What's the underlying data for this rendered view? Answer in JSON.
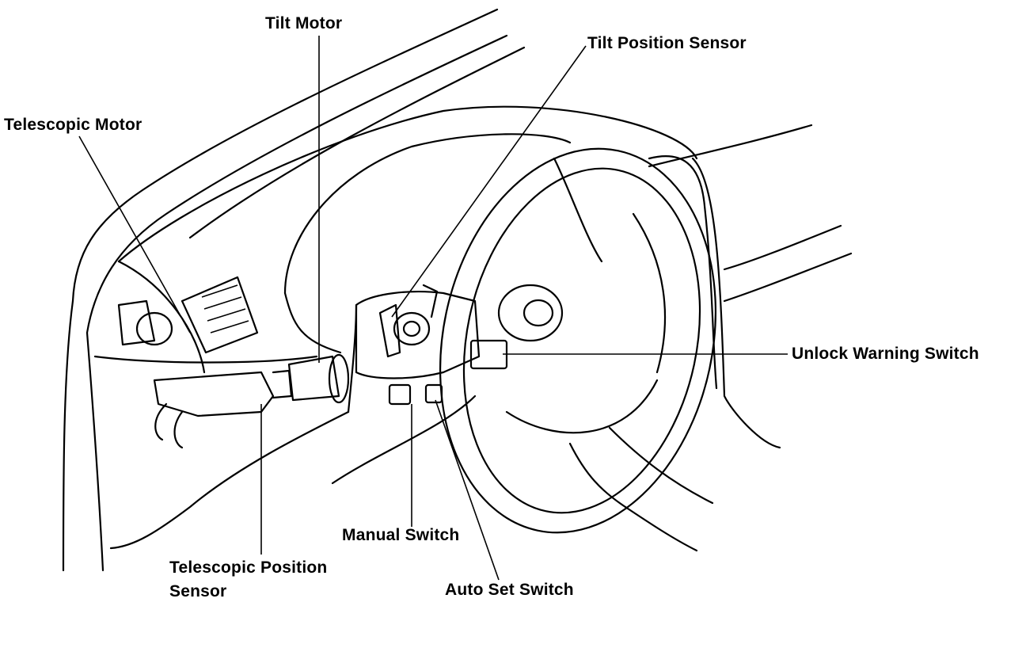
{
  "labels": {
    "tilt_motor": "Tilt Motor",
    "tilt_position_sensor": "Tilt Position Sensor",
    "telescopic_motor": "Telescopic Motor",
    "unlock_warning_switch": "Unlock Warning Switch",
    "manual_switch": "Manual Switch",
    "telescopic_position_sensor_line1": "Telescopic Position",
    "telescopic_position_sensor_line2": "Sensor",
    "auto_set_switch": "Auto Set Switch"
  },
  "colors": {
    "line": "#000000",
    "background": "#ffffff"
  }
}
